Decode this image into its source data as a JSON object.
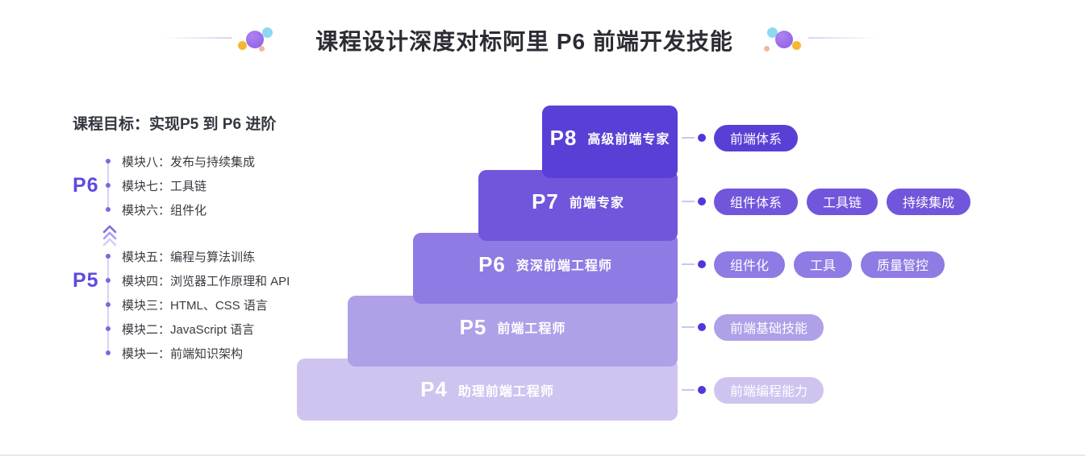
{
  "header": {
    "title": "课程设计深度对标阿里 P6 前端开发技能"
  },
  "left_panel": {
    "goal": "课程目标：实现P5 到 P6 进阶",
    "groups": [
      {
        "level": "P6",
        "modules": [
          "模块八：发布与持续集成",
          "模块七：工具链",
          "模块六：组件化"
        ]
      },
      {
        "level": "P5",
        "modules": [
          "模块五：编程与算法训练",
          "模块四：浏览器工作原理和 API",
          "模块三：HTML、CSS 语言",
          "模块二：JavaScript 语言",
          "模块一：前端知识架构"
        ]
      }
    ]
  },
  "ladder": {
    "levels": [
      {
        "code": "P8",
        "title": "高级前端专家",
        "color": "#5a3fd6",
        "tags": [
          "前端体系"
        ]
      },
      {
        "code": "P7",
        "title": "前端专家",
        "color": "#7156db",
        "tags": [
          "组件体系",
          "工具链",
          "持续集成"
        ]
      },
      {
        "code": "P6",
        "title": "资深前端工程师",
        "color": "#8f7be3",
        "tags": [
          "组件化",
          "工具",
          "质量管控"
        ]
      },
      {
        "code": "P5",
        "title": "前端工程师",
        "color": "#afa0e8",
        "tags": [
          "前端基础技能"
        ]
      },
      {
        "code": "P4",
        "title": "助理前端工程师",
        "color": "#cfc4f0",
        "tags": [
          "前端编程能力"
        ]
      }
    ],
    "connector_dot_color": "#5335d8"
  },
  "decor": {
    "dot_colors": {
      "purple": "#8b5ce8",
      "blue": "#8fd8f2",
      "yellow": "#f7b733",
      "peach": "#f3b79e"
    },
    "chevron_color": "#7e6ce4"
  }
}
